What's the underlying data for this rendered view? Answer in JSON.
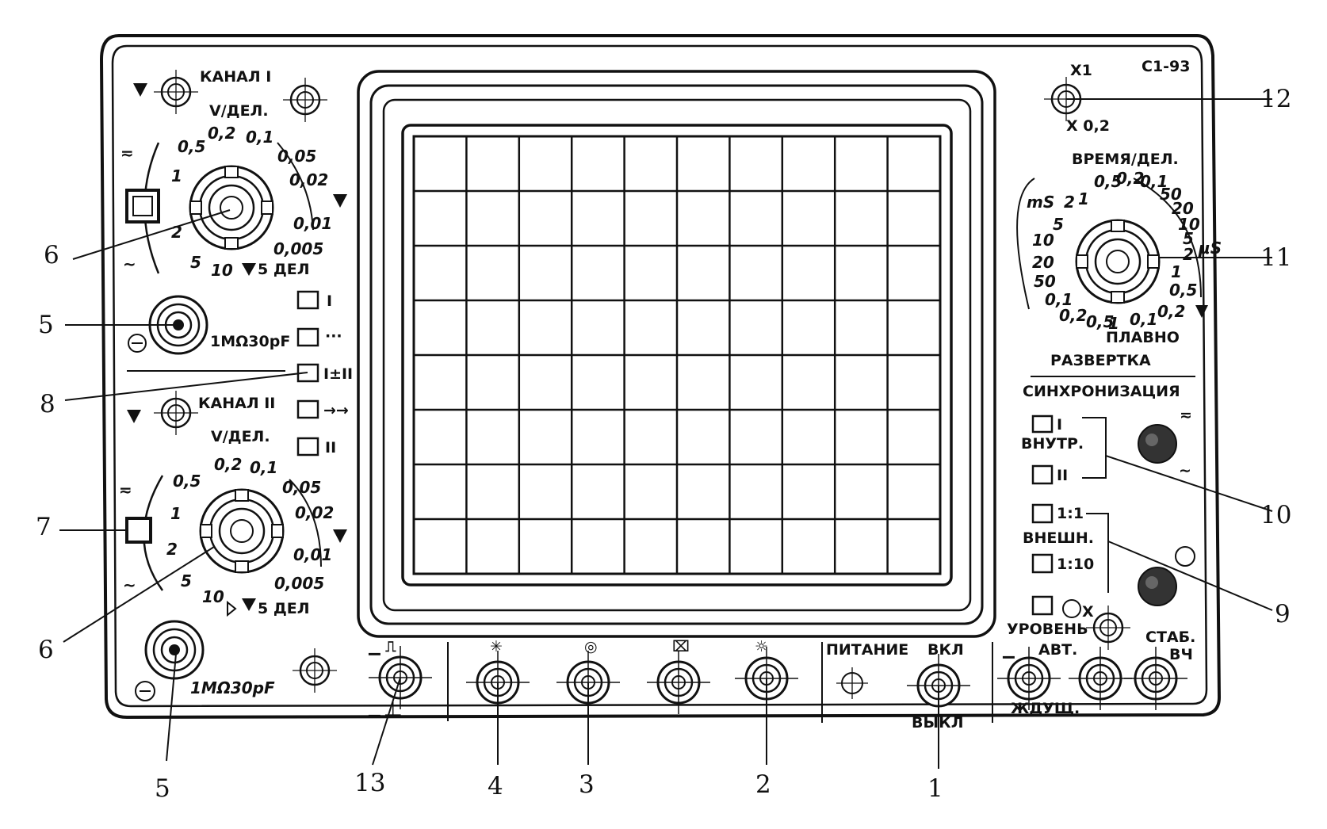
{
  "model": "С1-93",
  "channel1": {
    "title": "КАНАЛ I",
    "units": "V/ДЕЛ.",
    "scale": [
      "0,5",
      "0,2",
      "0,1",
      "0,05",
      "0,02",
      "0,01",
      "0,005",
      "1",
      "2",
      "5",
      "10"
    ],
    "div_label": "5 ДЕЛ",
    "input_label": "1MΩ30pF"
  },
  "channel2": {
    "title": "КАНАЛ II",
    "units": "V/ДЕЛ.",
    "scale": [
      "0,5",
      "0,2",
      "0,1",
      "0,05",
      "0,02",
      "0,01",
      "0,005",
      "1",
      "2",
      "5",
      "10"
    ],
    "div_label": "5 ДЕЛ",
    "input_label": "1MΩ30pF"
  },
  "mode_buttons": [
    "I",
    "···",
    "I±II",
    "→→",
    "II"
  ],
  "sweep": {
    "magnifier_top": "X1",
    "magnifier_bottom": "X 0,2",
    "units": "ВРЕМЯ/ДЕЛ.",
    "ms_label": "mS",
    "us_label": "μS",
    "ms_scale": [
      "2",
      "1",
      "0,5",
      "0,2",
      "0,1",
      "5",
      "10",
      "20",
      "50",
      "0,1",
      "0,2",
      "0,5",
      "1"
    ],
    "us_scale": [
      "50",
      "20",
      "10",
      "5",
      "2",
      "1",
      "0,5",
      "0,2",
      "0,1"
    ],
    "smooth_label": "ПЛАВНО",
    "title": "РАЗВЕРТКА"
  },
  "sync": {
    "title": "СИНХРОНИЗАЦИЯ",
    "internal_label": "ВНУТР.",
    "external_label": "ВНЕШН.",
    "buttons": [
      "I",
      "II",
      "1:1",
      "1:10"
    ],
    "x_label": "X",
    "level_label": "УРОВЕНЬ",
    "auto_label": "АВТ.",
    "wait_label": "ЖДУЩ.",
    "stab_label": "СТАБ.",
    "stab_sub": "ВЧ"
  },
  "power": {
    "title": "ПИТАНИЕ",
    "on_label": "ВКЛ",
    "off_label": "ВЫКЛ"
  },
  "callouts": [
    "1",
    "2",
    "3",
    "4",
    "5",
    "5",
    "6",
    "6",
    "7",
    "8",
    "9",
    "10",
    "11",
    "12",
    "13"
  ]
}
